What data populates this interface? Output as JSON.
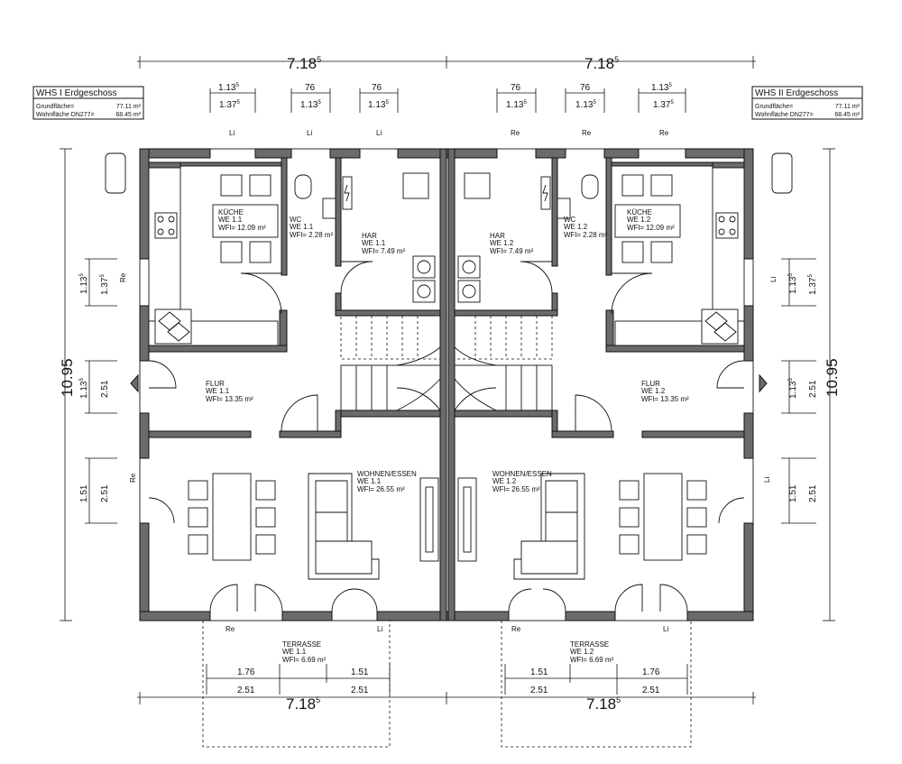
{
  "info_left": {
    "title": "WHS I Erdgeschoss",
    "r1_label": "Grundfläche=",
    "r1_value": "77.11 m²",
    "r2_label": "Wohnfläche DN277=",
    "r2_value": "68.45 m²"
  },
  "info_right": {
    "title": "WHS II Erdgeschoss",
    "r1_label": "Grundfläche=",
    "r1_value": "77.11 m²",
    "r2_label": "Wohnfläche DN277=",
    "r2_value": "68.45 m²"
  },
  "dims": {
    "overall": "7.18",
    "overall_sup": "5",
    "height": "10.95",
    "d113": "1.13",
    "d137": "1.37",
    "d76": "76",
    "d113b": "1.13",
    "sup5": "5",
    "d251": "2.51",
    "d151": "1.51",
    "d176": "1.76"
  },
  "side": {
    "li": "Li",
    "re": "Re"
  },
  "rooms_left": {
    "kueche": [
      "KÜCHE",
      "WE 1.1",
      "WFl= 12.09 m²"
    ],
    "wc": [
      "WC",
      "WE 1.1",
      "WFl= 2.28 m²"
    ],
    "har": [
      "HAR",
      "WE 1.1",
      "WFl= 7.49 m²"
    ],
    "flur": [
      "FLUR",
      "WE 1.1",
      "WFl= 13.35 m²"
    ],
    "wohnen": [
      "WOHNEN/ESSEN",
      "WE 1.1",
      "WFl= 26.55 m²"
    ],
    "terrasse": [
      "TERRASSE",
      "WE 1.1",
      "WFl= 6.69 m²"
    ]
  },
  "rooms_right": {
    "kueche": [
      "KÜCHE",
      "WE 1.2",
      "WFl= 12.09 m²"
    ],
    "wc": [
      "WC",
      "WE 1.2",
      "WFl= 2.28 m²"
    ],
    "har": [
      "HAR",
      "WE 1.2",
      "WFl= 7.49 m²"
    ],
    "flur": [
      "FLUR",
      "WE 1.2",
      "WFl= 13.35 m²"
    ],
    "wohnen": [
      "WOHNEN/ESSEN",
      "WE 1.2",
      "WFl= 26.55 m²"
    ],
    "terrasse": [
      "TERRASSE",
      "WE 1.2",
      "WFl= 6.69 m²"
    ]
  }
}
